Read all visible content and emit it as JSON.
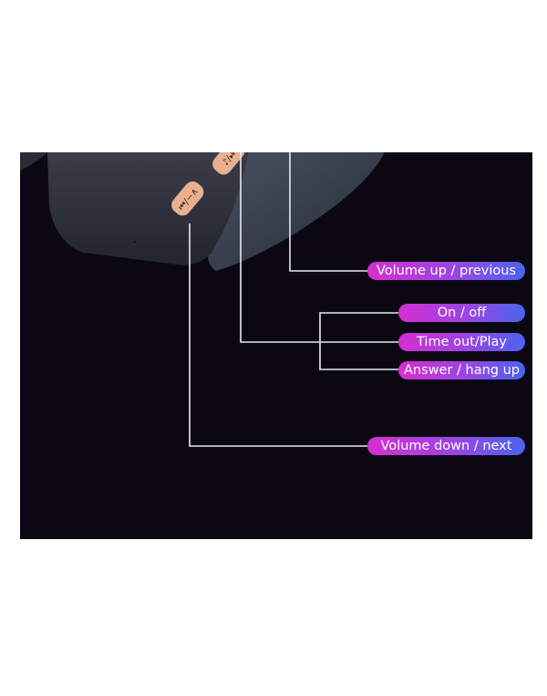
{
  "labels": {
    "volume_up": "Volume up / previous",
    "on_off": "On / off",
    "time_out_play": "Time out/Play",
    "answer_hang_up": "Answer / hang up",
    "volume_down": "Volume down / next"
  },
  "buttons": {
    "volume_down_glyph": "⏮/−∧",
    "play_glyph": "♪/⏯"
  },
  "colors": {
    "background": "#0b0814",
    "pill_start": "#d62fd0",
    "pill_end": "#4a64ee",
    "button": "#e8b08f"
  }
}
